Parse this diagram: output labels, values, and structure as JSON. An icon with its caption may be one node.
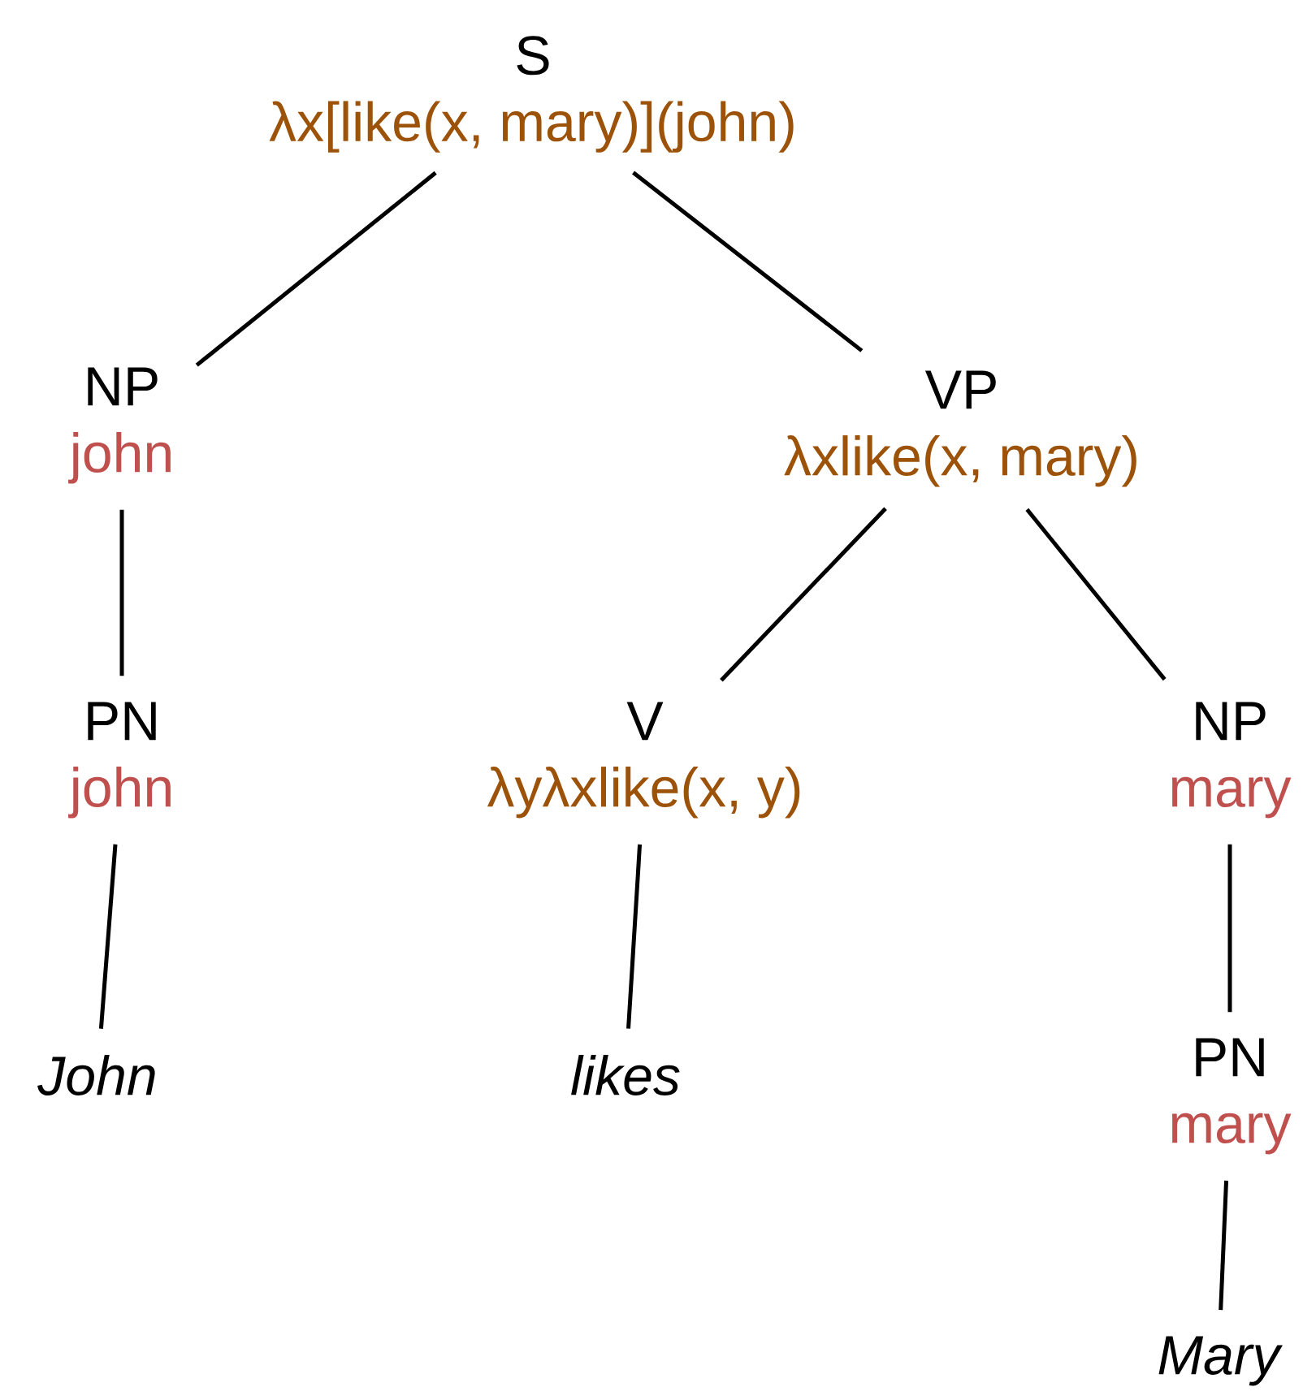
{
  "diagram": {
    "nodes": [
      {
        "text": [
          "S",
          "λx[like(x, mary)](john)"
        ]
      },
      {
        "text": [
          "NP",
          "john"
        ]
      },
      {
        "text": [
          "VP",
          "λxlike(x, mary)"
        ]
      },
      {
        "text": [
          "PN",
          "john"
        ]
      },
      {
        "text": [
          "V",
          "λyλxlike(x, y)"
        ]
      },
      {
        "text": [
          "NP",
          "mary"
        ]
      },
      {
        "text": [
          "John"
        ]
      },
      {
        "text": [
          "likes"
        ]
      },
      {
        "text": [
          "PN",
          "mary"
        ]
      },
      {
        "text": [
          "Mary"
        ]
      }
    ],
    "edges": [
      {
        "from": 0,
        "to": 1,
        "arrow": "none"
      },
      {
        "from": 0,
        "to": 2,
        "arrow": "none"
      },
      {
        "from": 1,
        "to": 3,
        "arrow": "none"
      },
      {
        "from": 2,
        "to": 4,
        "arrow": "none"
      },
      {
        "from": 2,
        "to": 5,
        "arrow": "none"
      },
      {
        "from": 3,
        "to": 6,
        "arrow": "none"
      },
      {
        "from": 4,
        "to": 7,
        "arrow": "none"
      },
      {
        "from": 5,
        "to": 8,
        "arrow": "none"
      },
      {
        "from": 8,
        "to": 9,
        "arrow": "none"
      }
    ]
  }
}
